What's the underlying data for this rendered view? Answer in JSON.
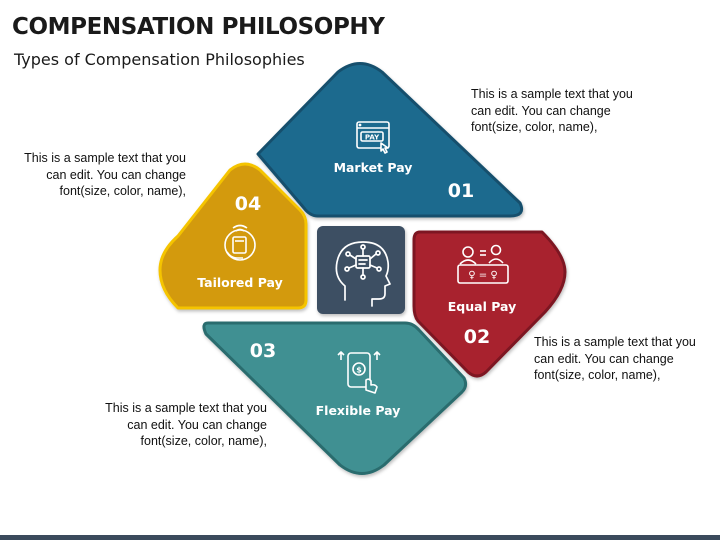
{
  "title": "COMPENSATION PHILOSOPHY",
  "subtitle": "Types of Compensation Philosophies",
  "colors": {
    "market": "#1d6a8e",
    "equal": "#a8232f",
    "flexible": "#3f9092",
    "tailored": "#d39a0f",
    "center": "#3e5064"
  },
  "items": [
    {
      "number": "01",
      "label": "Market Pay",
      "icon": "pay-screen-icon",
      "description": "This is a sample text that you can edit. You can change font(size, color, name),"
    },
    {
      "number": "02",
      "label": "Equal Pay",
      "icon": "equal-people-icon",
      "description": "This is a sample text that you can edit. You can change font(size, color, name),"
    },
    {
      "number": "03",
      "label": "Flexible Pay",
      "icon": "phone-dollar-icon",
      "description": "This is a sample text that you can edit. You can change font(size, color, name),"
    },
    {
      "number": "04",
      "label": "Tailored Pay",
      "icon": "hand-card-icon",
      "description": "This is a sample text that you can edit. You can change font(size, color, name),"
    }
  ],
  "center_icon": "brain-circuit-icon"
}
